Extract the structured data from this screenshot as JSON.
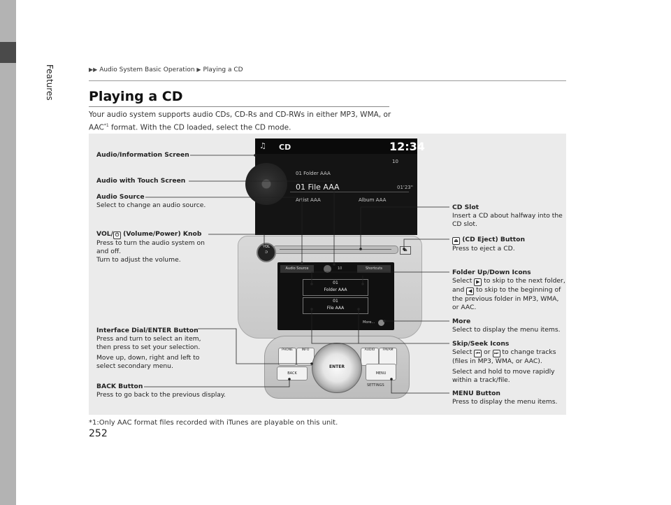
{
  "side_tab": "Features",
  "breadcrumb": [
    "Audio System Basic Operation",
    "Playing a CD"
  ],
  "title": "Playing a CD",
  "intro": {
    "line1": "Your audio system supports audio CDs, CD-Rs and CD-RWs in either MP3, WMA, or",
    "line2a": "AAC",
    "sup": "*1",
    "line2b": " format. With the CD loaded, select the CD mode."
  },
  "screen": {
    "mode": "CD",
    "clock": "12:34",
    "volume": "10",
    "folder": "01   Folder AAA",
    "file": "01 File AAA",
    "elapsed": "01'23\"",
    "artist": "Artist AAA",
    "album": "Album AAA"
  },
  "console": {
    "vol_label": "VOL",
    "audio_source": "Audio Source",
    "shortcuts": "Shortcuts",
    "lcd_volume": "10",
    "folder_num": "01",
    "folder_name": "Folder AAA",
    "file_num": "01",
    "file_name": "File AAA",
    "more": "More...",
    "phone": "PHONE",
    "info": "INFO",
    "audio": "AUDIO",
    "fm": "FM/AM",
    "enter": "ENTER",
    "back": "BACK",
    "menu": "MENU",
    "settings": "SETTINGS"
  },
  "labels": {
    "audio_info": {
      "title": "Audio/Information Screen"
    },
    "touch": {
      "title": "Audio with Touch Screen"
    },
    "audio_source": {
      "title": "Audio Source",
      "desc": "Select to change an audio source."
    },
    "vol": {
      "title_a": "VOL/",
      "title_b": " (Volume/Power) Knob",
      "desc1": "Press to turn the audio system on",
      "desc2": "and off.",
      "desc3": "Turn to adjust the volume."
    },
    "cd_slot": {
      "title": "CD Slot",
      "desc1": "Insert a CD about halfway into the",
      "desc2": "CD slot."
    },
    "eject": {
      "title": " (CD Eject) Button",
      "desc": "Press to eject a CD."
    },
    "folder": {
      "title": "Folder Up/Down Icons",
      "d1a": "Select ",
      "d1b": " to skip to the next folder,",
      "d2a": "and ",
      "d2b": " to skip to the beginning of",
      "d3": "the previous folder in MP3, WMA,",
      "d4": "or AAC."
    },
    "more": {
      "title": "More",
      "desc": "Select to display the menu items."
    },
    "skip": {
      "title": "Skip/Seek Icons",
      "d1a": "Select ",
      "d1b": " or ",
      "d1c": " to change tracks",
      "d2": "(files in MP3, WMA, or AAC).",
      "d3": "Select and hold to move rapidly",
      "d4": "within a track/file."
    },
    "menu": {
      "title": "MENU Button",
      "desc": "Press to display the menu items."
    },
    "dial": {
      "title": "Interface Dial/ENTER Button",
      "d1": "Press and turn to select an item,",
      "d2": "then press to set your selection.",
      "d3": "Move up, down, right and left to",
      "d4": "select secondary menu."
    },
    "back": {
      "title": "BACK Button",
      "desc": "Press to go back to the previous display."
    }
  },
  "footnote": "*1:Only AAC format files recorded with iTunes are playable on this unit.",
  "page_number": "252",
  "colors": {
    "leader": "#222222",
    "figure_bg": "#ebebeb",
    "side_tab": "#b3b3b3"
  }
}
